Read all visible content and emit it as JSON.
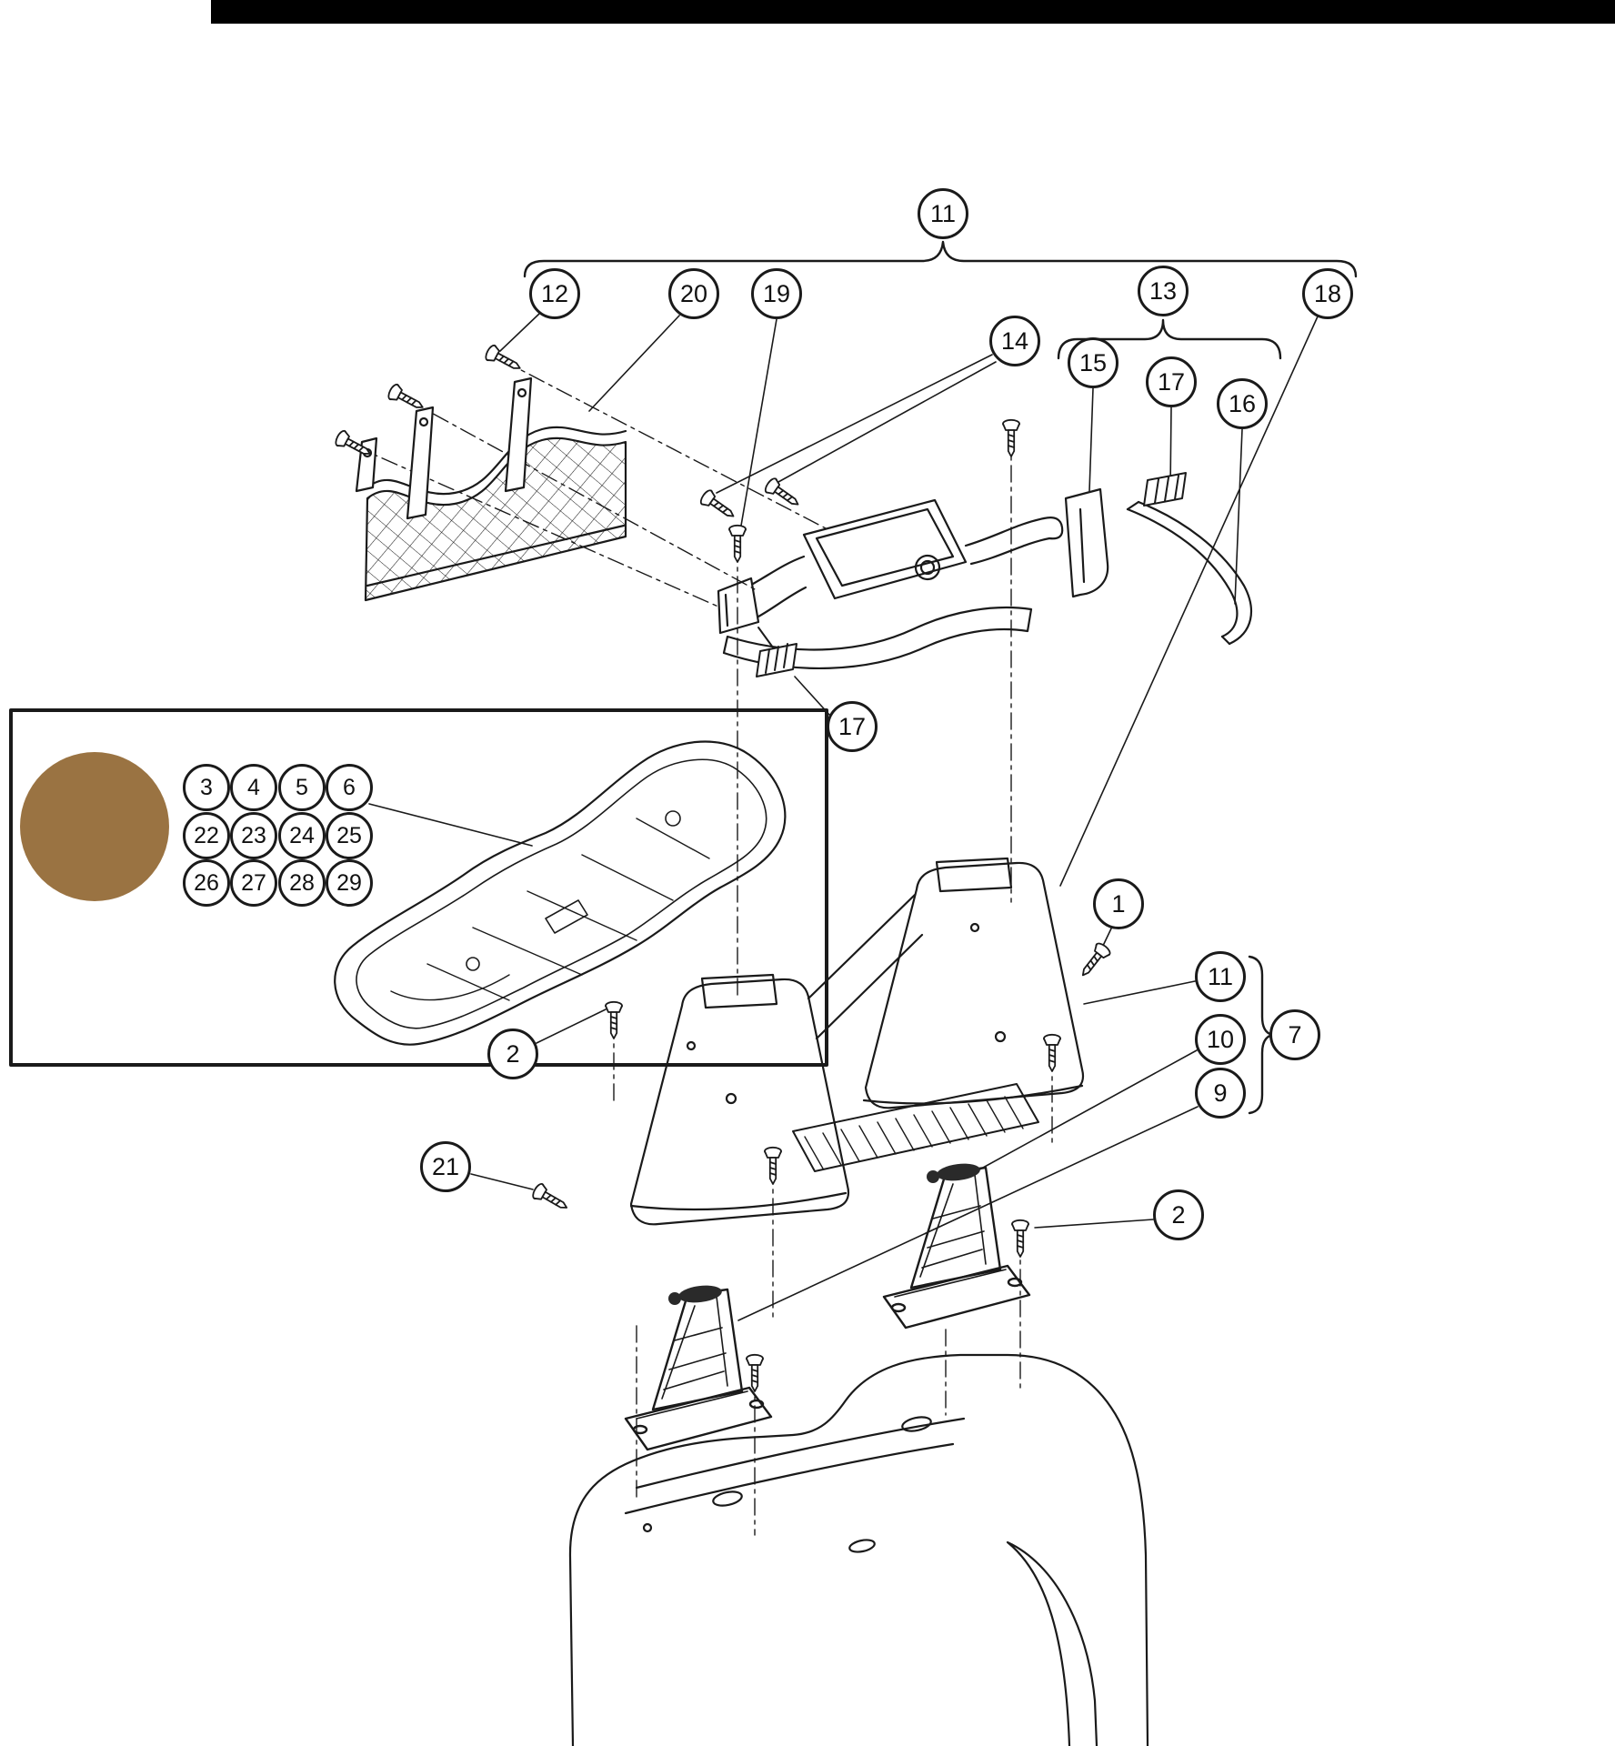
{
  "colors": {
    "swatch": "#9a7342",
    "ink": "#1a1a1a",
    "top_bar": "#000000",
    "background": "#ffffff"
  },
  "balloons": [
    {
      "number": "11"
    },
    {
      "number": "12"
    },
    {
      "number": "20"
    },
    {
      "number": "19"
    },
    {
      "number": "13"
    },
    {
      "number": "18"
    },
    {
      "number": "14"
    },
    {
      "number": "15"
    },
    {
      "number": "17"
    },
    {
      "number": "16"
    },
    {
      "number": "17"
    },
    {
      "number": "1"
    },
    {
      "number": "11"
    },
    {
      "number": "10"
    },
    {
      "number": "9"
    },
    {
      "number": "7"
    },
    {
      "number": "2"
    },
    {
      "number": "21"
    },
    {
      "number": "2"
    },
    {
      "number": "3"
    },
    {
      "number": "4"
    },
    {
      "number": "5"
    },
    {
      "number": "6"
    },
    {
      "number": "22"
    },
    {
      "number": "23"
    },
    {
      "number": "24"
    },
    {
      "number": "25"
    },
    {
      "number": "26"
    },
    {
      "number": "27"
    },
    {
      "number": "28"
    },
    {
      "number": "29"
    }
  ]
}
